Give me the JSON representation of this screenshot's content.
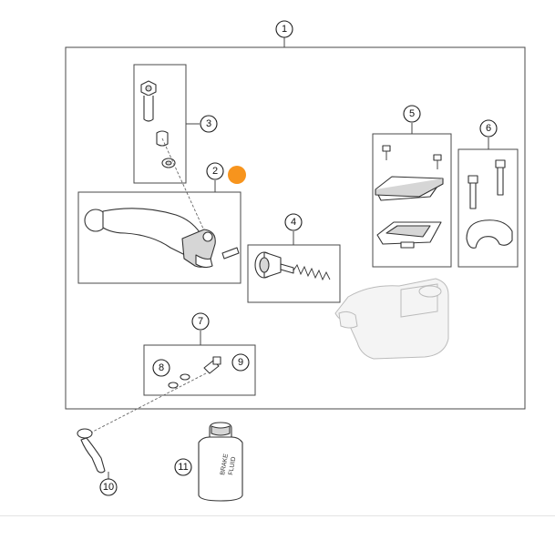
{
  "callouts": {
    "c1": "1",
    "c2": "2",
    "c3": "3",
    "c4": "4",
    "c5": "5",
    "c6": "6",
    "c7": "7",
    "c8": "8",
    "c9": "9",
    "c10": "10",
    "c11": "11"
  },
  "bottle": {
    "line1": "BRAKE",
    "line2": "FLUID"
  },
  "colors": {
    "marker": "#f7941d",
    "outline": "#333333"
  },
  "marker_icon": "orange-dot-icon"
}
